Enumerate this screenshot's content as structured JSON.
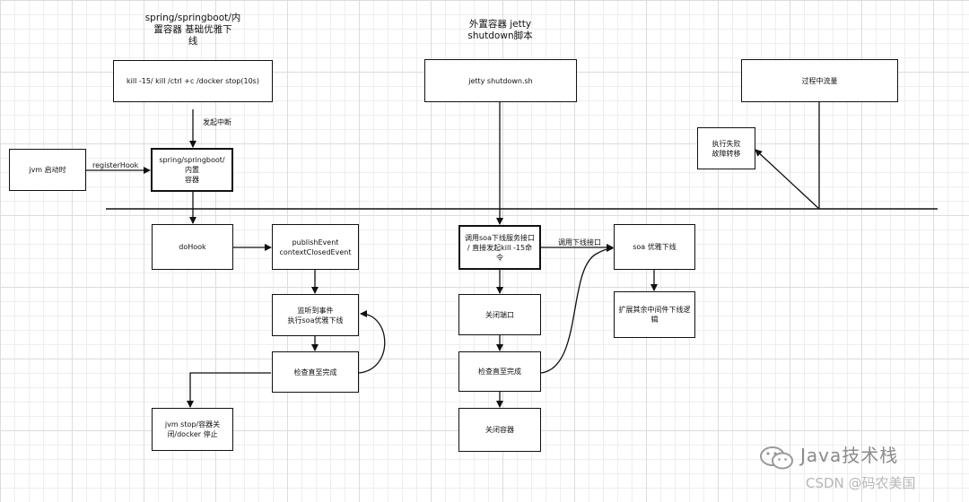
{
  "titles": {
    "spring": "spring/springboot/内\n置容器 基础优雅下\n线",
    "jetty": "外置容器 jetty\nshutdown脚本"
  },
  "nodes": {
    "kill_cmd": "kill -15/ kill /ctrl +c /docker stop(10s)",
    "jvm_start": "jvm 启动时",
    "spring_container": "spring/springboot/内置\n容器",
    "do_hook": "doHook",
    "publish_event": "publishEvent\ncontextClosedEvent",
    "listen_event": "监听到事件\n执行soa优雅下线",
    "check_done_left": "检查直至完成",
    "jvm_stop": "jvm stop/容器关\n闭/docker 停止",
    "jetty_shutdown": "jetty shutdown.sh",
    "call_soa": "调用soa下线服务接口\n/ 直接发起kill -15命令",
    "close_port": "关闭端口",
    "check_done_mid": "检查直至完成",
    "close_container": "关闭容器",
    "soa_graceful": "soa 优雅下线",
    "extend_middleware": "扩展其余中间件下线逻\n辑",
    "traffic": "过程中流量",
    "failover": "执行失败\n故障转移"
  },
  "edge_labels": {
    "interrupt": "发起中断",
    "register_hook": "registerHook",
    "call_offline": "调用下线接口"
  },
  "watermark": {
    "name": "Java技术栈",
    "sub": "CSDN @码农美国",
    "icon": "wechat-icon"
  }
}
